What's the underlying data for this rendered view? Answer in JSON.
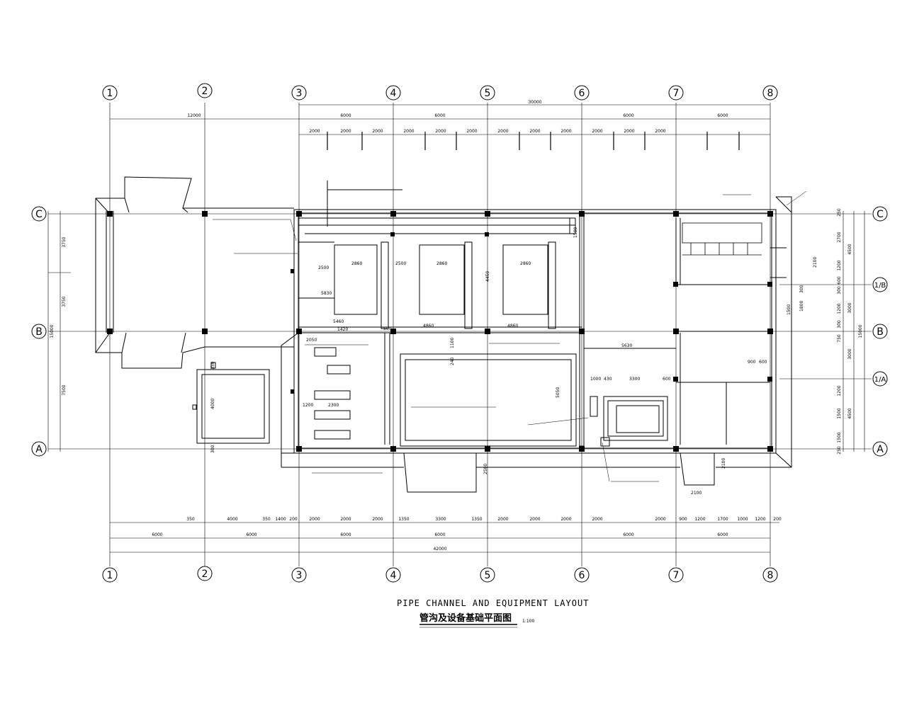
{
  "drawing": {
    "title_en": "PIPE CHANNEL AND EQUIPMENT LAYOUT",
    "title_cn": "管沟及设备基础平面图",
    "scale": "1:100"
  },
  "axes": {
    "columns": [
      "1",
      "2",
      "3",
      "4",
      "5",
      "6",
      "7",
      "8"
    ],
    "rows_left": [
      "C",
      "B",
      "A"
    ],
    "rows_right": [
      "C",
      "1/B",
      "B",
      "1/A",
      "A"
    ]
  },
  "dims_top": {
    "overall": "30000",
    "left": "12000",
    "bays": [
      "6000",
      "6000",
      "6000",
      "6000"
    ],
    "sub": [
      "2000",
      "2000",
      "2000",
      "2000",
      "2000",
      "2000",
      "2000",
      "2000",
      "2000",
      "2000",
      "2000",
      "2000"
    ]
  },
  "dims_bottom": {
    "row1": [
      "350",
      "4000",
      "350",
      "1400",
      "200",
      "2000",
      "2000",
      "2000",
      "1350",
      "3300",
      "1350",
      "2000",
      "2000",
      "2000",
      "2000",
      "2000",
      "900",
      "1200",
      "1700",
      "1000",
      "1200",
      "200"
    ],
    "row2": [
      "6000",
      "6000",
      "6000",
      "6000",
      "6000",
      "6000"
    ],
    "total": "42000"
  },
  "dims_left": [
    "3750",
    "3750",
    "7500",
    "15000"
  ],
  "dims_right": {
    "inner": [
      "250",
      "2700",
      "1200",
      "600",
      "300",
      "1200",
      "300",
      "750",
      "1200",
      "1500",
      "1500",
      "250"
    ],
    "mid": [
      "4500",
      "3000",
      "3000",
      "4500"
    ],
    "outer": "15000"
  },
  "labels": {
    "filters": [
      "2860",
      "2860",
      "2860"
    ],
    "filter_dims": [
      "2500",
      "2500",
      "4450",
      "5830"
    ],
    "mid_dims": [
      "4860",
      "4860",
      "5460",
      "1420",
      "2050"
    ],
    "basin_dims": [
      "5630",
      "3300",
      "1000",
      "430",
      "600",
      "5050"
    ],
    "tank_dims": [
      "4000",
      "2300",
      "1200"
    ],
    "misc": [
      "350",
      "300",
      "500",
      "240",
      "1100",
      "1500",
      "2100",
      "2100",
      "2100",
      "1500",
      "900",
      "600",
      "1800",
      "300",
      "2500"
    ]
  }
}
